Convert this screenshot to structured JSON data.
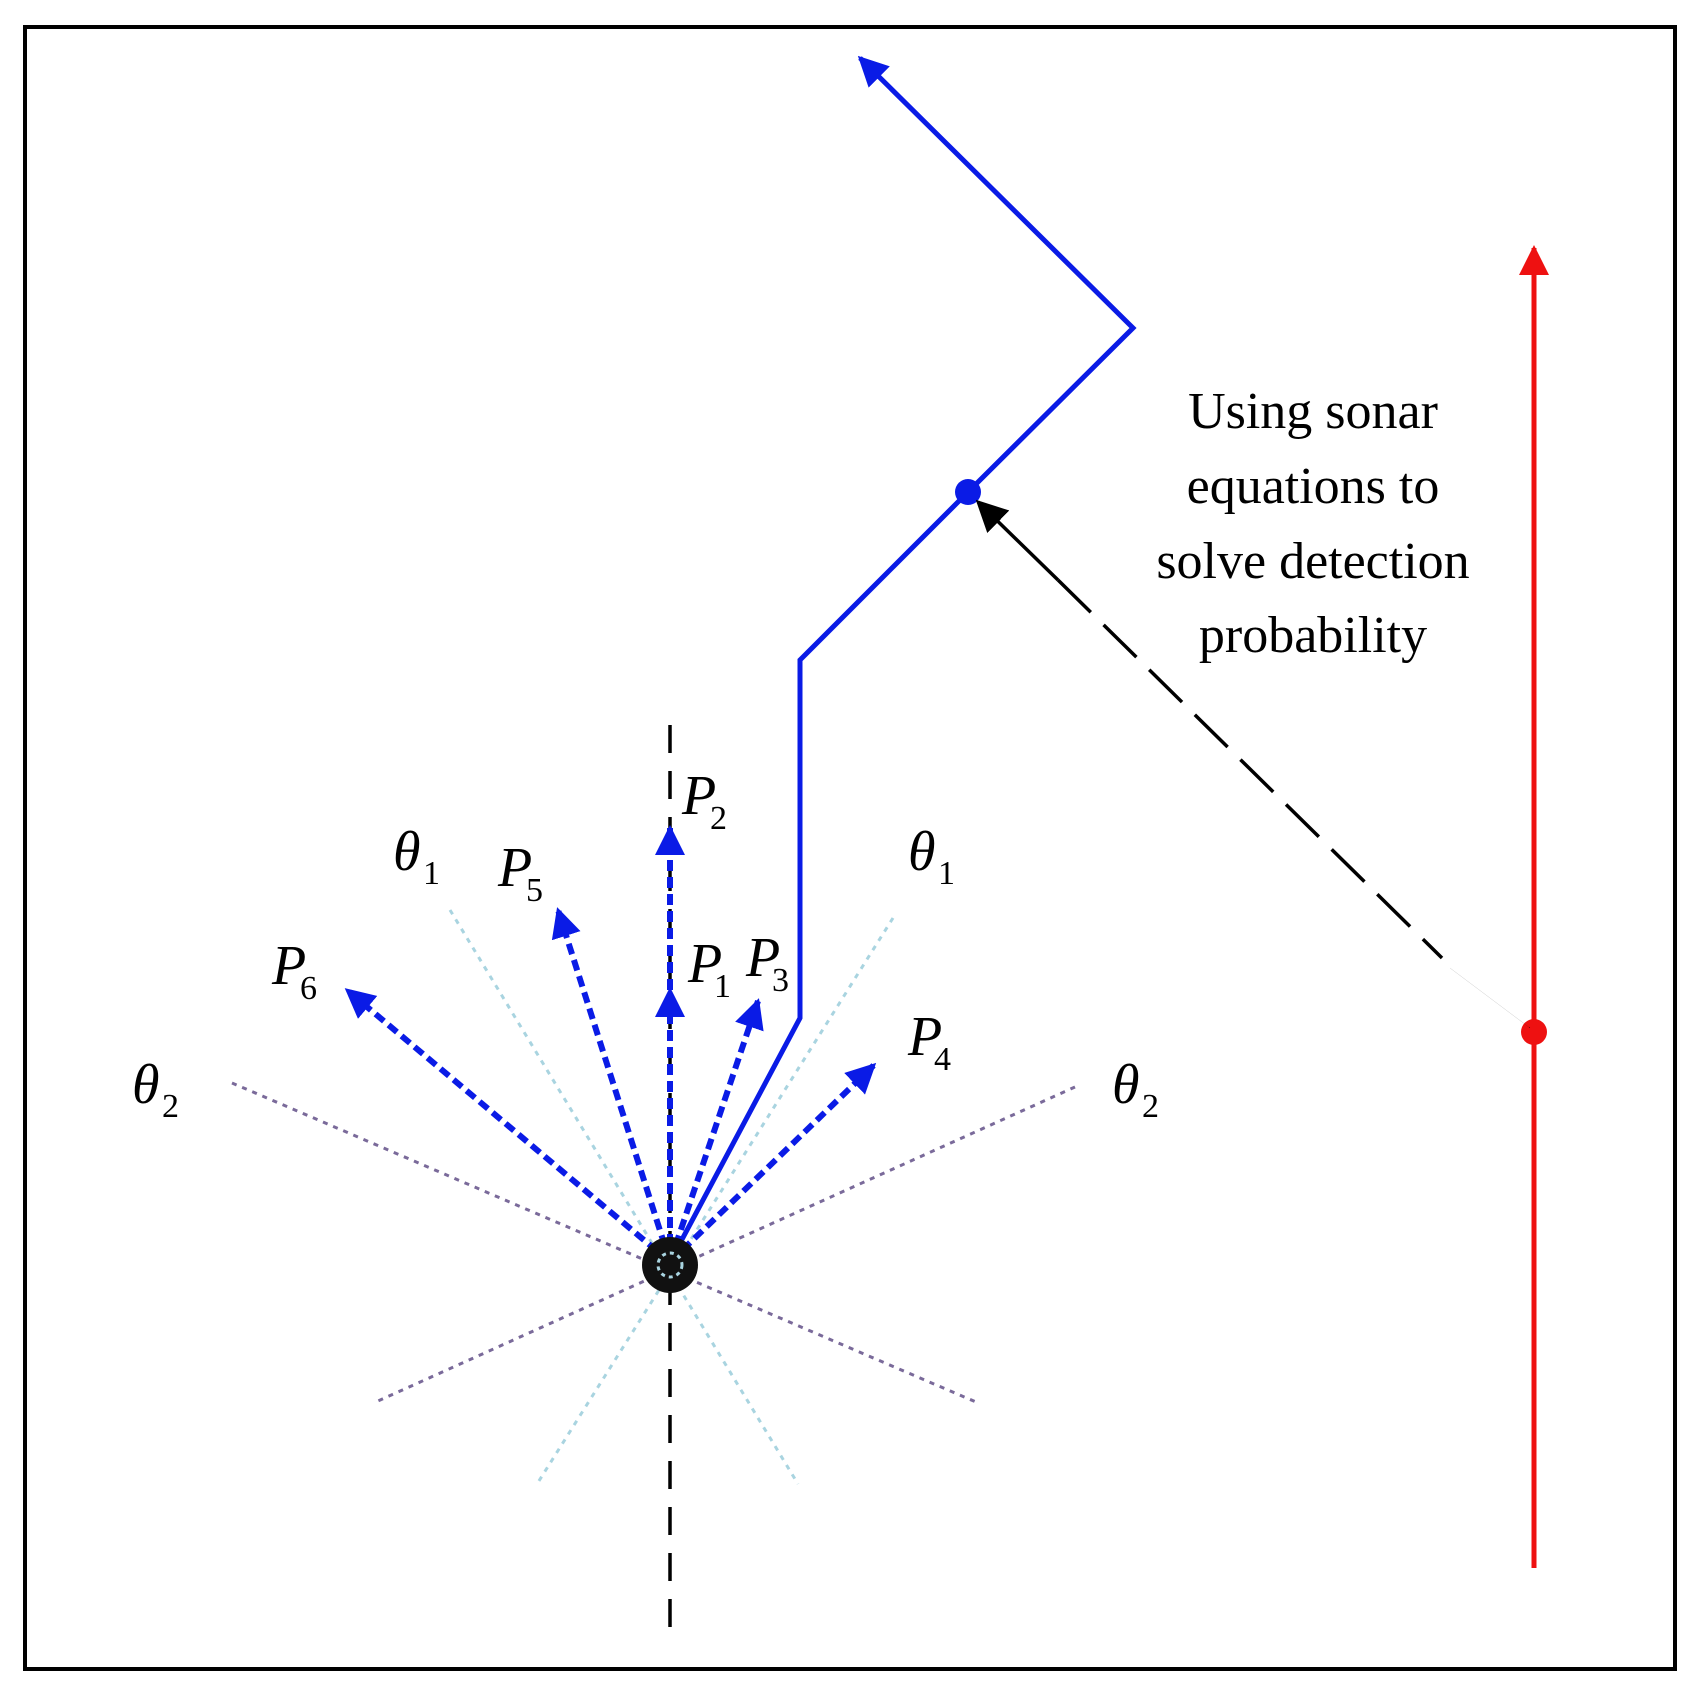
{
  "angle_labels": {
    "theta_symbol": "θ",
    "theta1_sub": "1",
    "theta2_sub": "2"
  },
  "path_labels": [
    {
      "id": "p1",
      "letter": "P",
      "sub": "1"
    },
    {
      "id": "p2",
      "letter": "P",
      "sub": "2"
    },
    {
      "id": "p3",
      "letter": "P",
      "sub": "3"
    },
    {
      "id": "p4",
      "letter": "P",
      "sub": "4"
    },
    {
      "id": "p5",
      "letter": "P",
      "sub": "5"
    },
    {
      "id": "p6",
      "letter": "P",
      "sub": "6"
    }
  ],
  "annotation": {
    "lines": [
      "Using sonar",
      "equations to",
      "solve detection",
      "probability"
    ]
  },
  "colors": {
    "frame": "#000000",
    "searcher_path": "#0a1be6",
    "target_path": "#ee1111",
    "theta1_lines": "#a9d4e0",
    "theta2_lines": "#7a6a9a",
    "reference_axis": "#000000",
    "distance_arrow": "#000000"
  }
}
